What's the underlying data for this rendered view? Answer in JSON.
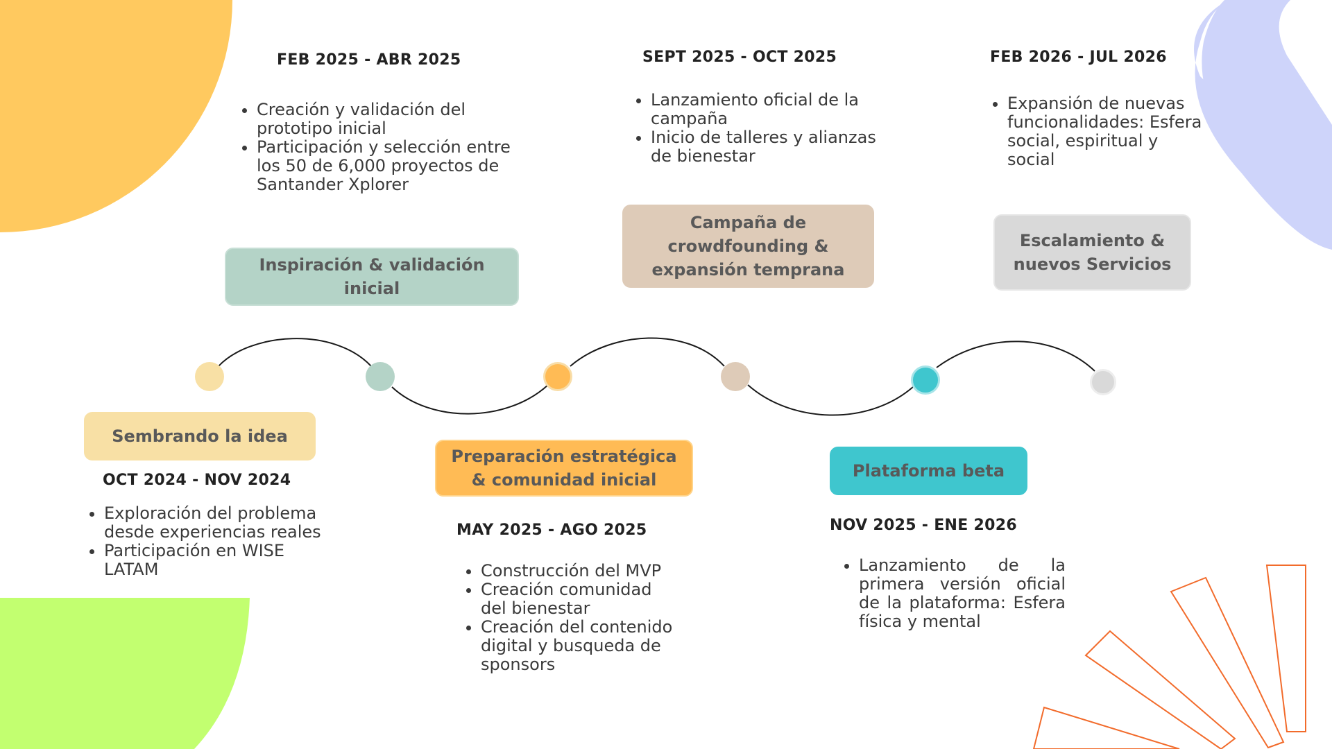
{
  "colors": {
    "accent_yellow": "#FFC95F",
    "accent_green": "#C2FF70",
    "accent_lavender": "#CED4FA",
    "accent_orange_lines": "#F26B2B",
    "phase1": "#F8E0A5",
    "phase2": "#B4D3C7",
    "phase3": "#FFBB55",
    "phase4": "#DECBB8",
    "phase5": "#3FC6CE",
    "phase6": "#D9D9D9"
  },
  "phases": [
    {
      "title": "Sembrando la idea",
      "date": "OCT 2024 - NOV 2024",
      "items": [
        "Exploración del problema desde experiencias reales",
        "Participación en WISE LATAM"
      ]
    },
    {
      "title": "Inspiración & validación inicial",
      "date": "FEB 2025 - ABR 2025",
      "items": [
        "Creación y validación del prototipo inicial",
        "Participación y selección entre los 50 de 6,000 proyectos de Santander Xplorer"
      ]
    },
    {
      "title": "Preparación estratégica & comunidad inicial",
      "date": "MAY 2025 - AGO 2025",
      "items": [
        "Construcción del MVP",
        "Creación comunidad del bienestar",
        "Creación del contenido digital y busqueda de sponsors"
      ]
    },
    {
      "title": "Campaña de crowdfounding & expansión temprana",
      "date": "SEPT 2025 - OCT 2025",
      "items": [
        "Lanzamiento oficial de la campaña",
        "Inicio de talleres y alianzas de bienestar"
      ]
    },
    {
      "title": "Plataforma beta",
      "date": "NOV 2025 - ENE 2026",
      "items": [
        "Lanzamiento de la primera versión oficial de la plataforma: Esfera física y mental"
      ]
    },
    {
      "title": "Escalamiento & nuevos Servicios",
      "date": "FEB 2026 - JUL 2026",
      "items": [
        "Expansión de nuevas funcionalidades: Esfera social, espiritual y social"
      ]
    }
  ]
}
